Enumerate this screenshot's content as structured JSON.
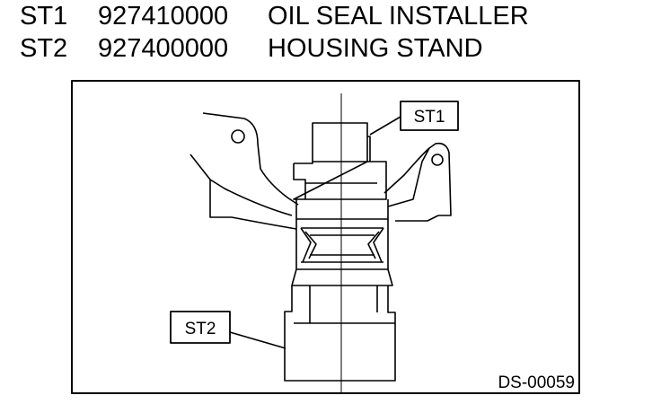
{
  "tools": [
    {
      "id": "ST1",
      "part_number": "927410000",
      "description": "OIL SEAL INSTALLER"
    },
    {
      "id": "ST2",
      "part_number": "927400000",
      "description": "HOUSING STAND"
    }
  ],
  "diagram": {
    "callouts": [
      "ST1",
      "ST2"
    ],
    "figure_code": "DS-00059"
  }
}
